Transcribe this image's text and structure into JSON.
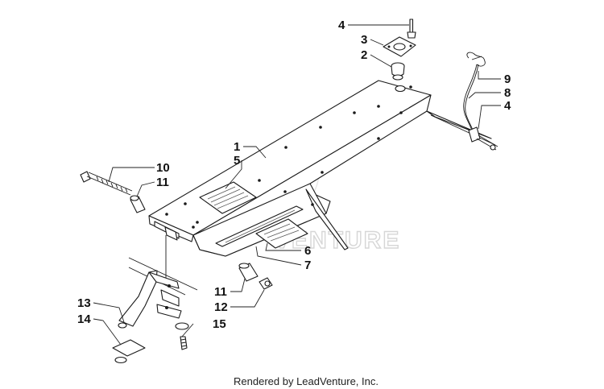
{
  "diagram": {
    "callouts": [
      {
        "id": "c4a",
        "label": "4"
      },
      {
        "id": "c3",
        "label": "3"
      },
      {
        "id": "c2",
        "label": "2"
      },
      {
        "id": "c9",
        "label": "9"
      },
      {
        "id": "c8",
        "label": "8"
      },
      {
        "id": "c4b",
        "label": "4"
      },
      {
        "id": "c1",
        "label": "1"
      },
      {
        "id": "c5",
        "label": "5"
      },
      {
        "id": "c10",
        "label": "10"
      },
      {
        "id": "c11a",
        "label": "11"
      },
      {
        "id": "c6",
        "label": "6"
      },
      {
        "id": "c7",
        "label": "7"
      },
      {
        "id": "c11b",
        "label": "11"
      },
      {
        "id": "c12",
        "label": "12"
      },
      {
        "id": "c13",
        "label": "13"
      },
      {
        "id": "c14",
        "label": "14"
      },
      {
        "id": "c15",
        "label": "15"
      }
    ],
    "watermark": "VENTURE",
    "footer": "Rendered by LeadVenture, Inc."
  }
}
